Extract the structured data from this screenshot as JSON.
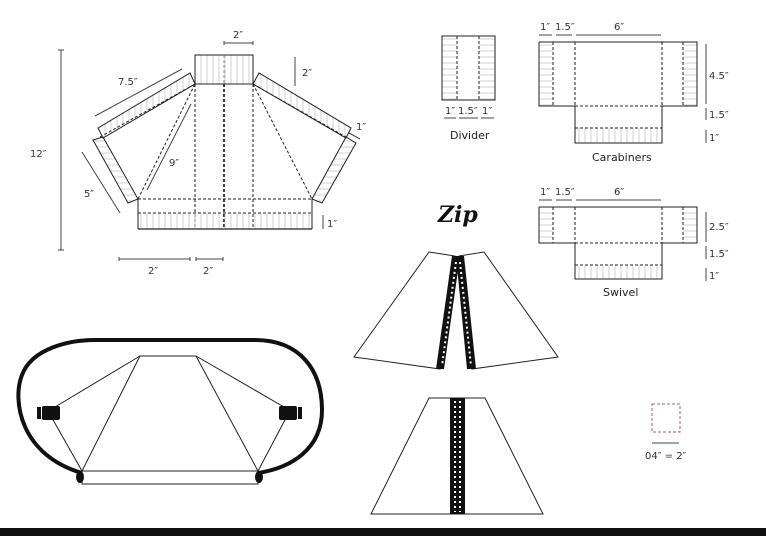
{
  "main_pattern": {
    "height_label": "12″",
    "top_width_label": "2″",
    "top_height_label": "2″",
    "side_length_label": "7.5″",
    "diagonal_label": "9″",
    "short_side_label": "5″",
    "flap_label": "1″",
    "bottom_band_label": "1″",
    "bottom_dim_left": "2″",
    "bottom_dim_right": "2″"
  },
  "divider": {
    "caption": "Divider",
    "dims": [
      "1″",
      "1.5″",
      "1″"
    ]
  },
  "carabiners": {
    "caption": "Carabiners",
    "top_dims": [
      "1″",
      "1.5″",
      "6″"
    ],
    "side_dims": [
      "4.5″",
      "1.5″",
      "1″"
    ]
  },
  "swivel": {
    "caption": "Swivel",
    "top_dims": [
      "1″",
      "1.5″",
      "6″"
    ],
    "side_dims": [
      "2.5″",
      "1.5″",
      "1″"
    ]
  },
  "zip": {
    "title": "Zip"
  },
  "scale": {
    "label": "04″ = 2″",
    "color": "#b06060"
  }
}
